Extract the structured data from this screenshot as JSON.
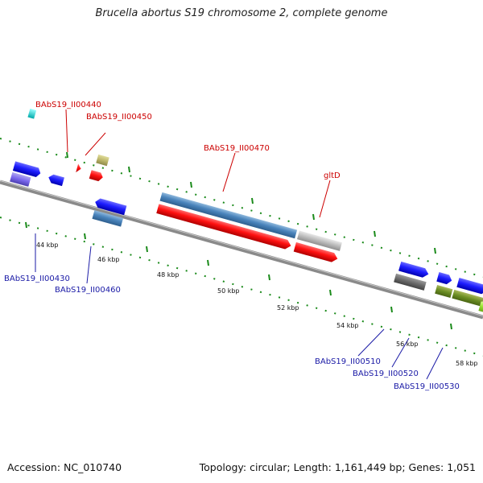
{
  "title": "Brucella abortus S19 chromosome 2, complete genome",
  "footer": {
    "accession": "Accession: NC_010740",
    "summary": "Topology: circular; Length: 1,161,449 bp; Genes: 1,051"
  },
  "scale_labels": [
    "44 kbp",
    "46 kbp",
    "48 kbp",
    "50 kbp",
    "52 kbp",
    "54 kbp",
    "56 kbp",
    "58 kbp"
  ],
  "gene_labels_top": [
    "BAbS19_II00440",
    "BAbS19_II00450",
    "BAbS19_II00470",
    "gltD"
  ],
  "gene_labels_bottom": [
    "BAbS19_II00430",
    "BAbS19_II00460",
    "BAbS19_II00510",
    "BAbS19_II00520",
    "BAbS19_II00530"
  ],
  "colors": {
    "top_label": "#cc0000",
    "bottom_label": "#1a1aa6",
    "backbone": "#8a8a8a",
    "ticks": "#1a8a1a"
  }
}
